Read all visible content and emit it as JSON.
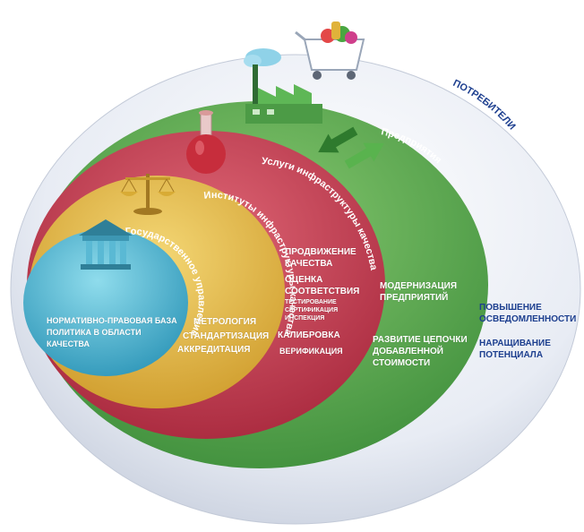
{
  "rings": {
    "consumers": {
      "label": "ПОТРЕБИТЕЛИ",
      "color": "#e9edf5"
    },
    "enterprises": {
      "label": "Предприятия",
      "color": "#5cab4f"
    },
    "infrastructure_services": {
      "label": "Услуги инфраструктуры качества",
      "color": "#c5445a"
    },
    "quality_institutes": {
      "label": "Институты инфраструктуры качества",
      "color": "#e3bb4a"
    },
    "state_governance": {
      "label": "Государственное управление",
      "color": "#4fb4cf"
    }
  },
  "blocks": {
    "state": {
      "lines": [
        "НОРМАТИВНО-ПРАВОВАЯ БАЗА",
        "ПОЛИТИКА  В ОБЛАСТИ",
        "КАЧЕСТВА"
      ]
    },
    "institutes": {
      "metrology": "МЕТРОЛОГИЯ",
      "standardization": "СТАНДАРТИЗАЦИЯ",
      "accreditation": "АККРЕДИТАЦИЯ"
    },
    "services": {
      "promotion_1": "ПРОДВИЖЕНИЕ",
      "promotion_2": "КАЧЕСТВА",
      "conformity_1": "ОЦЕНКА",
      "conformity_2": "СООТВЕТСТВИЯ",
      "testing": "ТЕСТИРОВАНИЕ",
      "certification": "СЕРТИФИКАЦИЯ",
      "inspection": "ИНСПЕКЦИЯ",
      "calibration": "КАЛИБРОВКА",
      "verification": "ВЕРИФИКАЦИЯ"
    },
    "enterprises": {
      "modernization_1": "МОДЕРНИЗАЦИЯ",
      "modernization_2": "ПРЕДПРИЯТИЙ",
      "chain_1": "РАЗВИТИЕ ЦЕПОЧКИ",
      "chain_2": "ДОБАВЛЕННОЙ",
      "chain_3": "СТОИМОСТИ"
    },
    "consumers": {
      "awareness_1": "ПОВЫШЕНИЕ",
      "awareness_2": "ОСВЕДОМЛЕННОСТИ",
      "capacity_1": "НАРАЩИВАНИЕ",
      "capacity_2": "ПОТЕНЦИАЛА"
    }
  },
  "icons": [
    "government-building-icon",
    "scales-icon",
    "flask-icon",
    "factory-icon",
    "shopping-cart-icon",
    "two-way-arrows-icon"
  ]
}
